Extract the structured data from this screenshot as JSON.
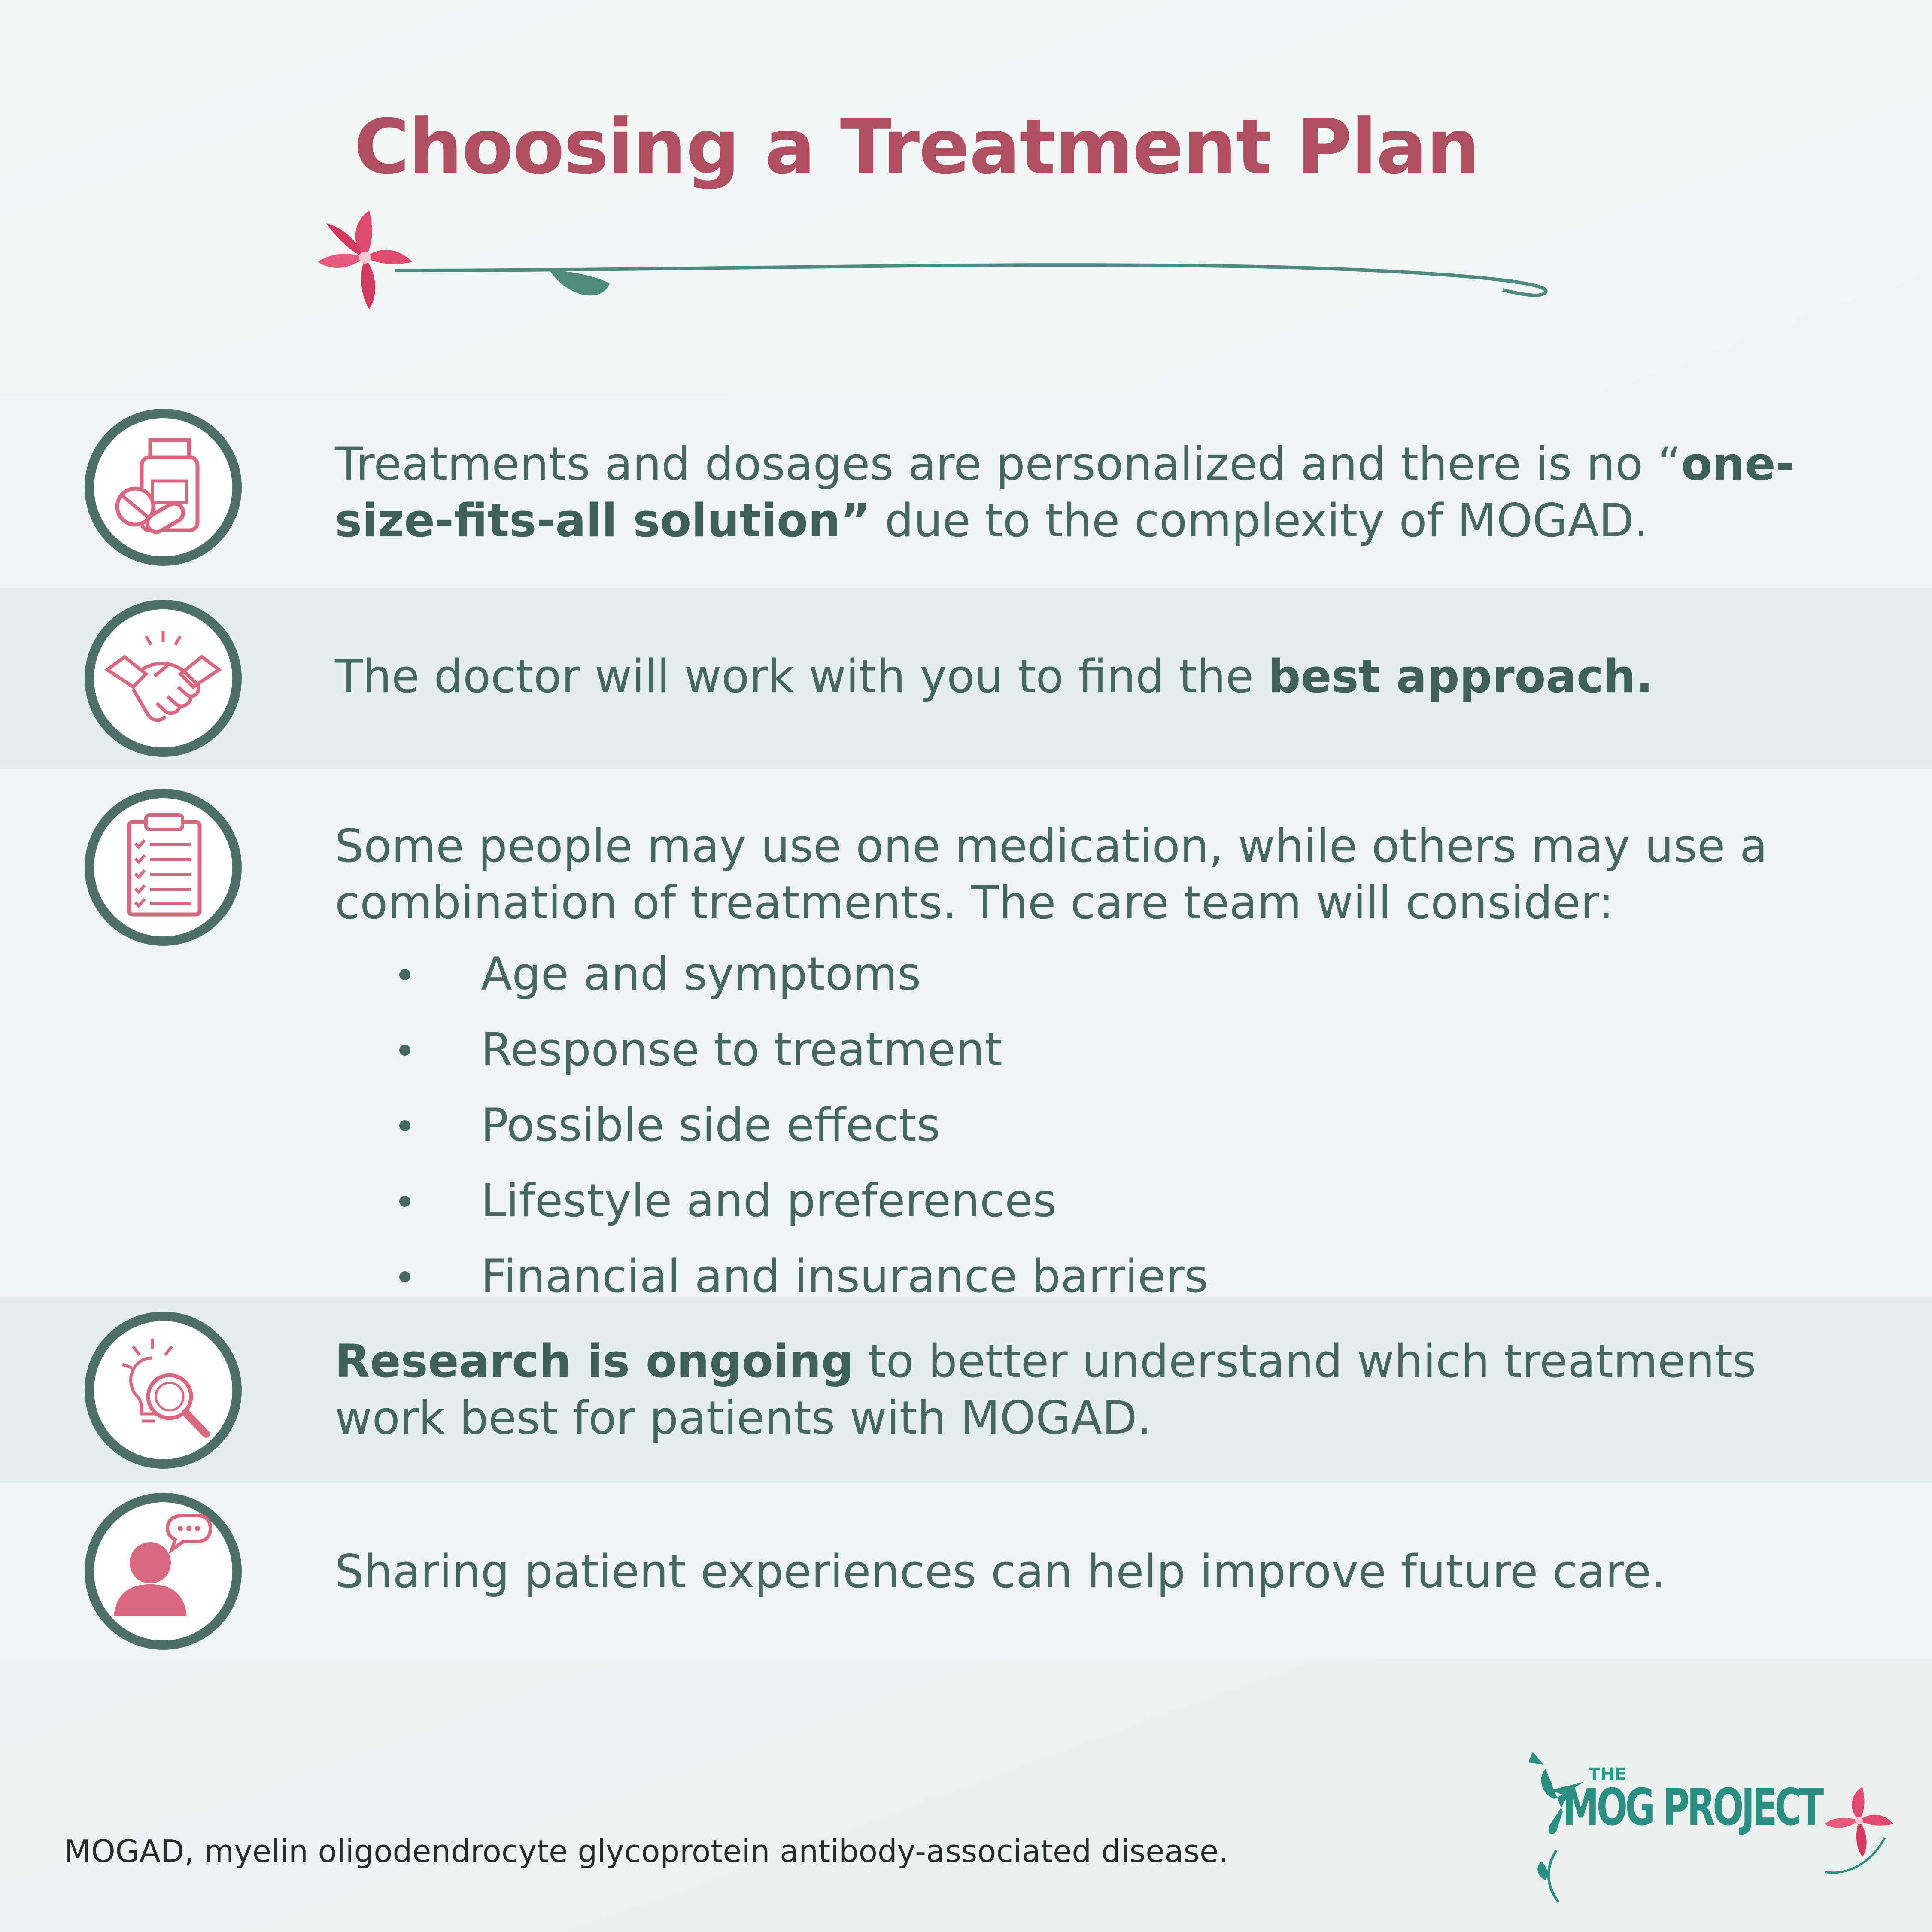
{
  "title": "Choosing a Treatment Plan",
  "items": [
    {
      "icon": "medicine-bottle-icon",
      "text_before": "Treatments and dosages are personalized and there is no “",
      "bold": "one-size-fits-all solution”",
      "text_after": " due to the complexity of MOGAD."
    },
    {
      "icon": "handshake-icon",
      "text_before": "The doctor will work with you to find the ",
      "bold": "best approach."
    },
    {
      "icon": "clipboard-checklist-icon",
      "text": "Some people may use one medication, while others may use a combination of treatments. The care team will consider:",
      "bullets": [
        "Age and symptoms",
        "Response to treatment",
        "Possible side effects",
        "Lifestyle and preferences",
        "Financial and insurance barriers"
      ]
    },
    {
      "icon": "lightbulb-magnifier-icon",
      "bold": "Research is ongoing",
      "text_after": " to better understand which treatments work best for patients with MOGAD."
    },
    {
      "icon": "person-speech-bubble-icon",
      "text": "Sharing patient experiences can help improve future care."
    }
  ],
  "footnote": "MOGAD, myelin oligodendrocyte glycoprotein antibody-associated disease.",
  "logo": {
    "the": "THE",
    "name": "MOG PROJECT"
  },
  "colors": {
    "title": "#b04e62",
    "text": "#48675f",
    "icon_ring": "#4f7067",
    "icon_accent": "#d9677f",
    "logo_teal": "#2d8f83"
  }
}
